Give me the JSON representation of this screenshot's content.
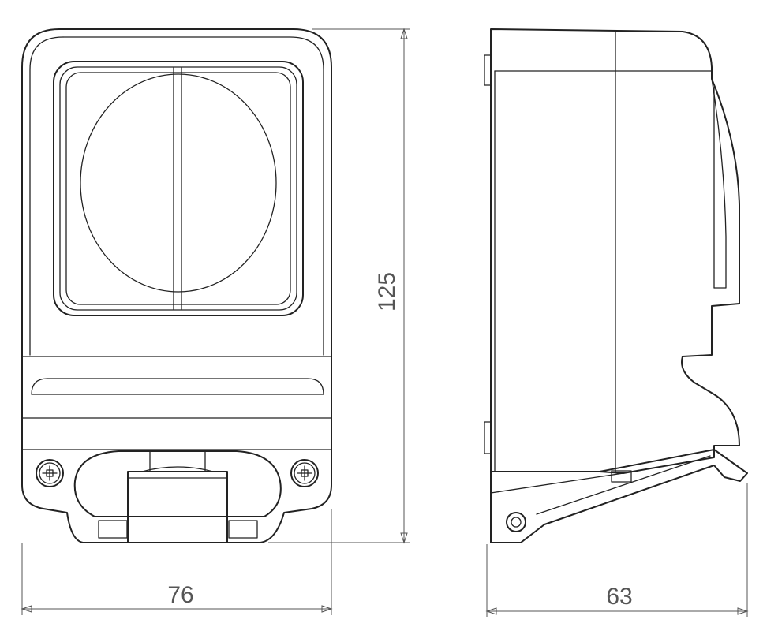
{
  "dimensions": {
    "width": "76",
    "height": "125",
    "depth": "63"
  },
  "colors": {
    "line": "#222222",
    "dimension": "#555555",
    "background": "#ffffff"
  }
}
